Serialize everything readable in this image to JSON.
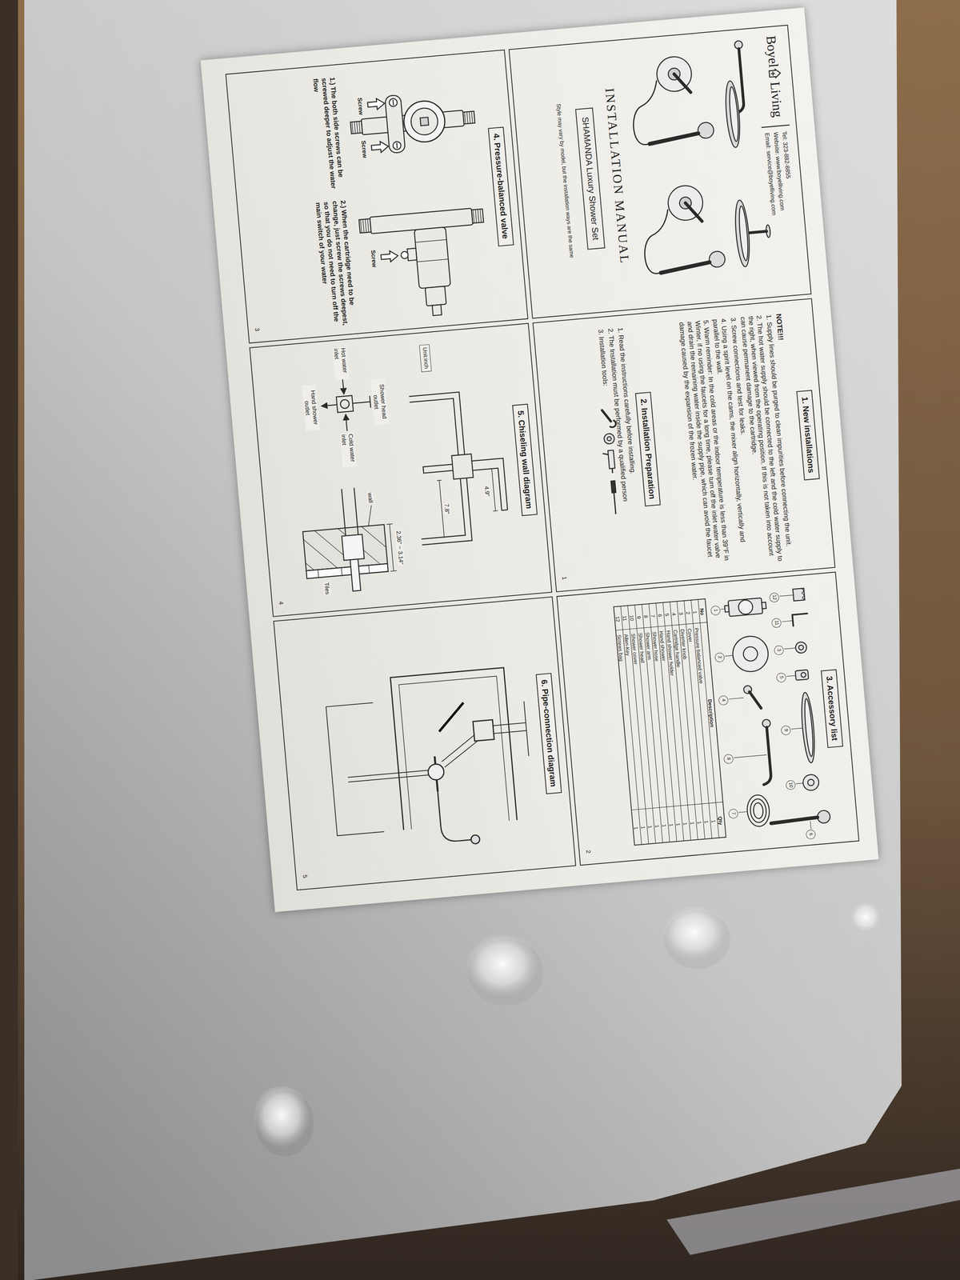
{
  "diagram": {
    "title": "INSTALLATION MANUAL",
    "nodes": [
      {
        "text": [
          "Boyel",
          "Living",
          "Tel: 323-882-8855",
          "Website: www.boyelliving.com",
          "Email: service@boyelliving.com",
          "Style may vary by model, but the installation ways are the same"
        ]
      },
      {
        "text": [
          "SHAMANDA Luxury Shower Set"
        ],
        "in": 0
      },
      {
        "text": [
          "NOTE!!!",
          "1. Supply lines should be purged to clean impurities before connecting the unit.",
          "2. The hot water supply should be connected to the left and the cold water supply to the right, when viewed from the operating position. If this is not taken into account can cause permanent damage to the cartridge.",
          "3. Screw connections and test for leaks.",
          "4. Using a spirit level on the cams, the mixer align horizontally, vertically and parallel to the wall.",
          "5. Warm reminder: In the cold areas or the indoor temperature is less than 39°F in Winter, if no using the faucets for a long time, please turn off the inlet water valve and drain the remaining water inside the supply pipe, which can avoid the faucet damage caused by the expansion of the frozen water.",
          "1. Read the instructions carefully before installing.",
          "2. The Installation must be performed by a qualified person",
          "3. Installation tools:",
          "1"
        ]
      },
      {
        "text": [
          "1. New installations"
        ],
        "in": 2
      },
      {
        "text": [
          "2. Installation Preparation"
        ],
        "in": 2
      },
      {
        "text": [
          "2"
        ]
      },
      {
        "text": [
          "3. Accessory list"
        ],
        "in": 5
      },
      {
        "text": [
          "1"
        ],
        "in": 5
      },
      {
        "text": [
          "2"
        ],
        "in": 5
      },
      {
        "text": [
          "3"
        ],
        "in": 5
      },
      {
        "text": [
          "4"
        ],
        "in": 5
      },
      {
        "text": [
          "5"
        ],
        "in": 5
      },
      {
        "text": [
          "6"
        ],
        "in": 5
      },
      {
        "text": [
          "7"
        ],
        "in": 5
      },
      {
        "text": [
          "8"
        ],
        "in": 5
      },
      {
        "text": [
          "9"
        ],
        "in": 5
      },
      {
        "text": [
          "10"
        ],
        "in": 5
      },
      {
        "text": [
          "11"
        ],
        "in": 5
      },
      {
        "text": [
          "12"
        ],
        "in": 5
      },
      {
        "text": [
          "1.) The both side screws can be screwed deeper to adjust the water flow",
          "2.) When the cartridge need to be change, just screw the screws deepest, so that you do not need to turn off the main switch of your water",
          "3"
        ]
      },
      {
        "text": [
          "4. Pressure-balanced valve"
        ],
        "in": 19
      },
      {
        "text": [
          "4"
        ]
      },
      {
        "text": [
          "5. Chiseling wall diagram"
        ],
        "in": 21
      },
      {
        "text": [
          "Unit:inch"
        ],
        "in": 21
      },
      {
        "text": [
          "5"
        ]
      },
      {
        "text": [
          "6. Pipe-connection diagram"
        ],
        "in": 24
      }
    ],
    "labels": [
      "Screw",
      "Screw",
      "Screw",
      "Shower head outlet",
      "Hot water inlet",
      "Cold water inlet",
      "Hand shower outlet",
      "4.9\"",
      "7.8\"",
      "wall",
      "Tiles",
      "2.36\" ~ 3.14\"",
      "No",
      "Description",
      "Qty",
      "1",
      "Pressure balanced valve",
      "1",
      "2",
      "Cover",
      "1",
      "3",
      "Diverter knob",
      "1",
      "4",
      "Cartridge handle",
      "1",
      "5",
      "Hand shower holder",
      "1",
      "6",
      "Hand shower",
      "1",
      "7",
      "Shower hose",
      "1",
      "8",
      "Shower arm",
      "1",
      "9",
      "Shower head",
      "1",
      "10",
      "Shower cover",
      "1",
      "11",
      "Allen-Key",
      "1",
      "12",
      "Screws bag",
      "1"
    ]
  }
}
